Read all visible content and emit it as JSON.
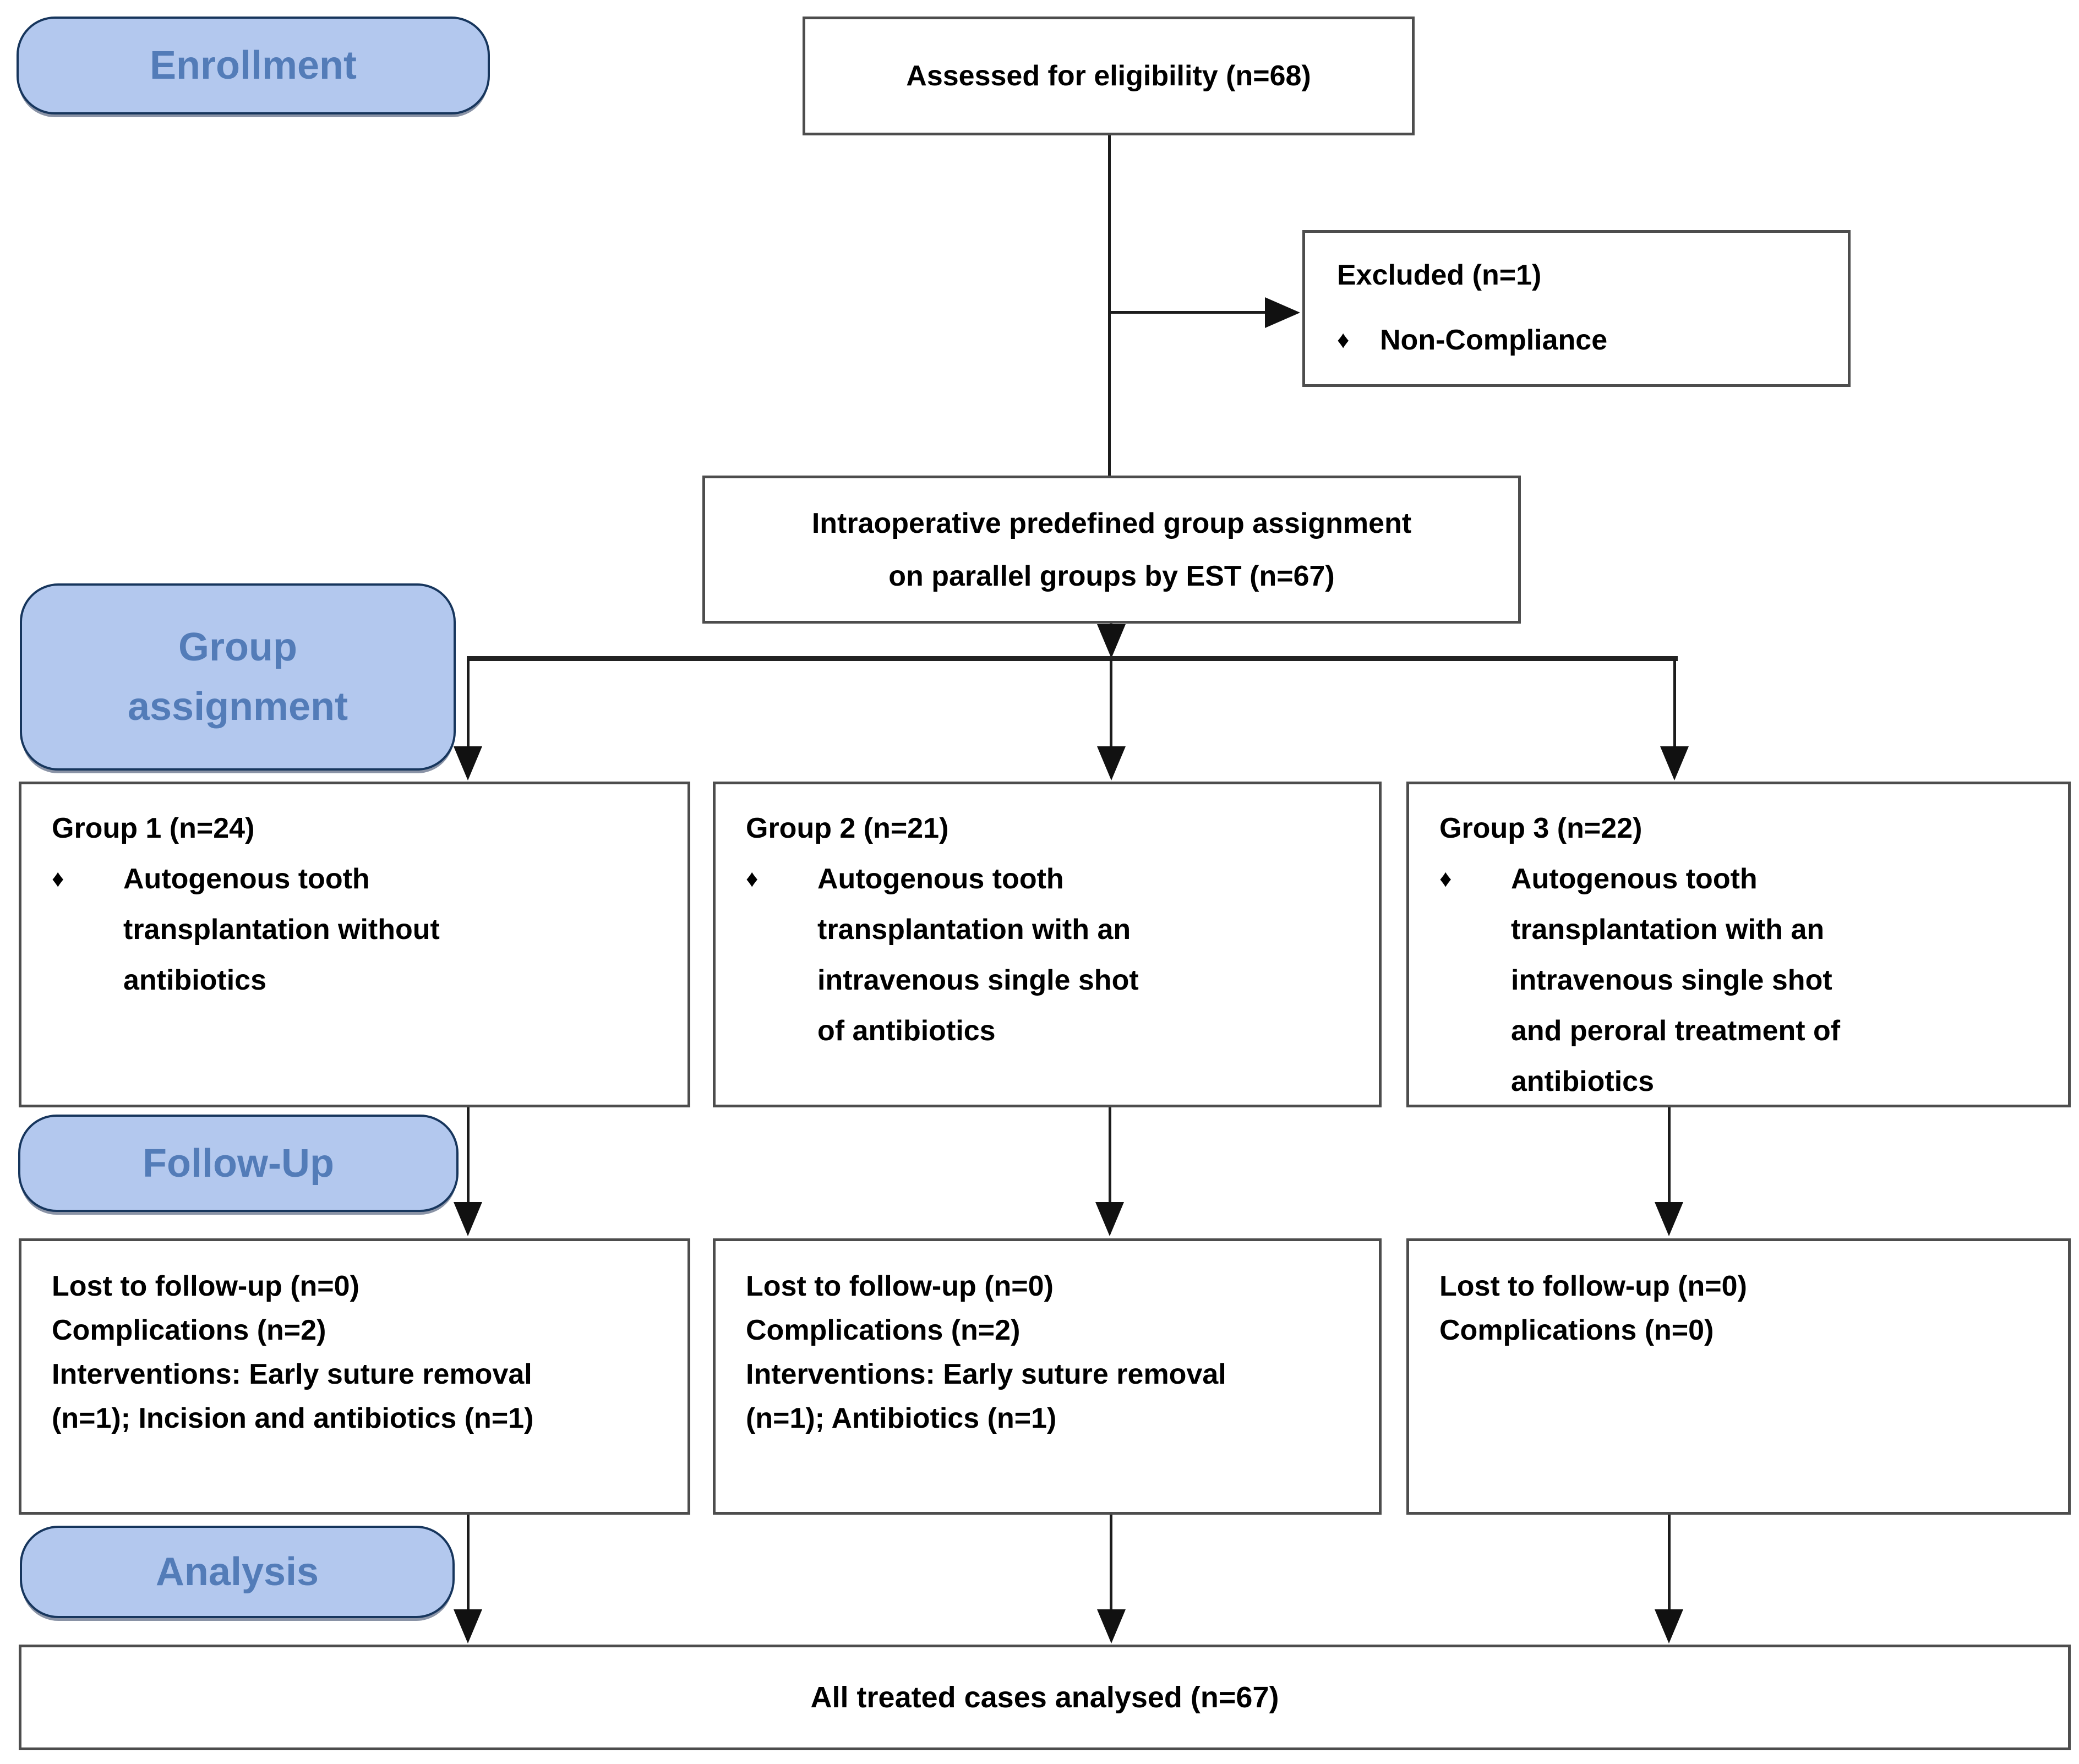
{
  "diagram": {
    "stages": {
      "enrollment": "Enrollment",
      "group_assignment": "Group\nassignment",
      "follow_up": "Follow-Up",
      "analysis": "Analysis"
    },
    "bullet_glyph": "♦",
    "assessed": {
      "text": "Assessed for eligibility (n=68)"
    },
    "excluded": {
      "title": "Excluded (n=1)",
      "bullet": "Non-Compliance"
    },
    "assignment_box": {
      "line1": "Intraoperative predefined group assignment",
      "line2_pre": "on parallel groups by ",
      "line2_strong": "EST",
      "line2_post": " (n=67)"
    },
    "groups": [
      {
        "title": "Group 1 (n=24)",
        "bullet": "Autogenous tooth\ntransplantation without\nantibiotics"
      },
      {
        "title": "Group 2 (n=21)",
        "bullet": "Autogenous tooth\ntransplantation with an\nintravenous single shot\nof antibiotics"
      },
      {
        "title": "Group 3 (n=22)",
        "bullet": "Autogenous tooth\ntransplantation with an\nintravenous single shot\nand peroral treatment of\nantibiotics"
      }
    ],
    "follow_up_boxes": [
      {
        "text": "Lost to follow-up (n=0)\nComplications (n=2)\nInterventions: Early suture removal\n(n=1); Incision and antibiotics (n=1)"
      },
      {
        "text": "Lost to follow-up (n=0)\nComplications (n=2)\nInterventions: Early suture removal\n(n=1); Antibiotics (n=1)"
      },
      {
        "text": "Lost to follow-up (n=0)\nComplications (n=0)"
      }
    ],
    "analysis_result": {
      "text": "All treated cases analysed (n=67)"
    },
    "colors": {
      "stage_fill": "#b3c8ee",
      "stage_border": "#17365d",
      "stage_text": "#537cb8",
      "box_border": "#4d4d4d",
      "line": "#1c1c1c"
    }
  }
}
